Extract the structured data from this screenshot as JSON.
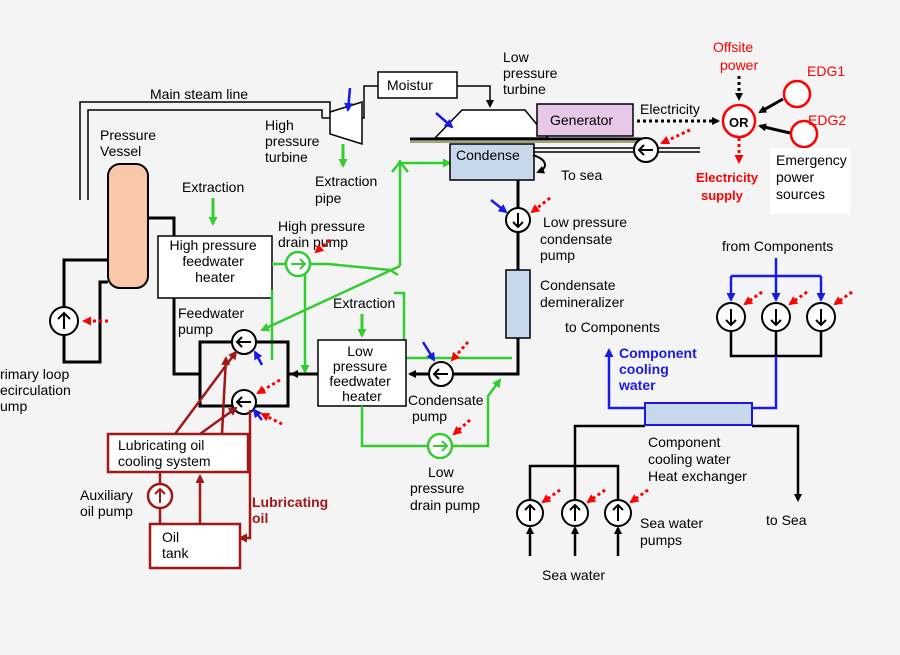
{
  "colors": {
    "black": "#000000",
    "green": "#33cc33",
    "red": "#ff0000",
    "dark_red": "#a01818",
    "blue": "#1a1ae6",
    "vessel_fill": "#f9c7a8",
    "condenser_fill": "#c8d8ec",
    "generator_fill": "#e8c8e8",
    "demineralizer_fill": "#c8d8ec"
  },
  "labels": {
    "main_steam_line": "Main steam line",
    "moisture": "Moistur",
    "low_pressure_turbine": [
      "Low",
      "pressure",
      "turbine"
    ],
    "high_pressure_turbine": [
      "High",
      "pressure",
      "turbine"
    ],
    "pressure_vessel": [
      "Pressure",
      "Vessel"
    ],
    "generator": "Generator",
    "electricity": "Electricity",
    "offsite_power": [
      "Offsite",
      "power"
    ],
    "edg1": "EDG1",
    "edg2": "EDG2",
    "or": "OR",
    "electricity_supply": [
      "Electricity",
      "supply"
    ],
    "emergency_power": [
      "Emergency",
      "power",
      "sources"
    ],
    "condenser": "Condense",
    "to_sea_top": "To sea",
    "extraction_top": "Extraction",
    "extraction_pipe": [
      "Extraction",
      "pipe"
    ],
    "hp_drain_pump": [
      "High pressure",
      "drain pump"
    ],
    "hp_feedwater_heater": [
      "High pressure",
      "feedwater",
      "heater"
    ],
    "lp_condensate_pump": [
      "Low    pressure",
      "condensate",
      "pump"
    ],
    "from_components": "from Components",
    "condensate_demineralizer": [
      "Condensate",
      "demineralizer"
    ],
    "to_components": "to Components",
    "feedwater_pump": [
      "Feedwater",
      "pump"
    ],
    "extraction_mid": "Extraction",
    "lp_feedwater_heater": [
      "Low",
      "pressure",
      "feedwater",
      "heater"
    ],
    "condensate_pump": [
      "Condensate",
      "pump"
    ],
    "primary_loop": [
      "rimary loop",
      "ecirculation",
      "ump"
    ],
    "component_cooling_water": [
      "Component",
      "cooling",
      "water"
    ],
    "lubricating_oil_cooling": [
      "Lubricating oil",
      "cooling system"
    ],
    "lp_drain_pump": [
      "Low",
      "pressure",
      "drain pump"
    ],
    "ccw_heat_exchanger": [
      "Component",
      "cooling water",
      "Heat exchanger"
    ],
    "auxiliary_oil_pump": [
      "Auxiliary",
      "oil pump"
    ],
    "lubricating_oil": [
      "Lubricating",
      "oil"
    ],
    "oil_tank": [
      "Oil",
      "tank"
    ],
    "sea_water_pumps": [
      "Sea water",
      "pumps"
    ],
    "to_sea_bottom": "to Sea",
    "sea_water": "Sea water"
  }
}
